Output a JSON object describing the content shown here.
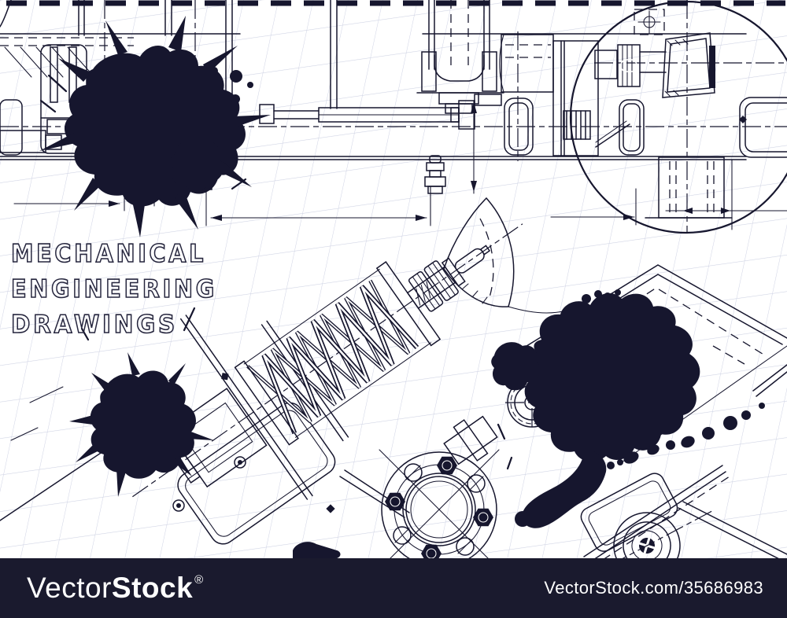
{
  "headline": {
    "lines": [
      "MECHANICAL",
      "ENGINEERING",
      "DRAWINGS"
    ]
  },
  "watermark": {
    "logo_prefix": "Vector",
    "logo_suffix": "Stock",
    "registered_mark": "®",
    "credit": "VectorStock.com/35686983",
    "bar_color": "#1a1a2e",
    "text_color": "#ffffff"
  },
  "drawing": {
    "subject": "mechanical engineering blueprint with ink blots",
    "ink_color": "#16162e",
    "grid_color": "#cfd3e4",
    "paper_color": "#ffffff"
  }
}
